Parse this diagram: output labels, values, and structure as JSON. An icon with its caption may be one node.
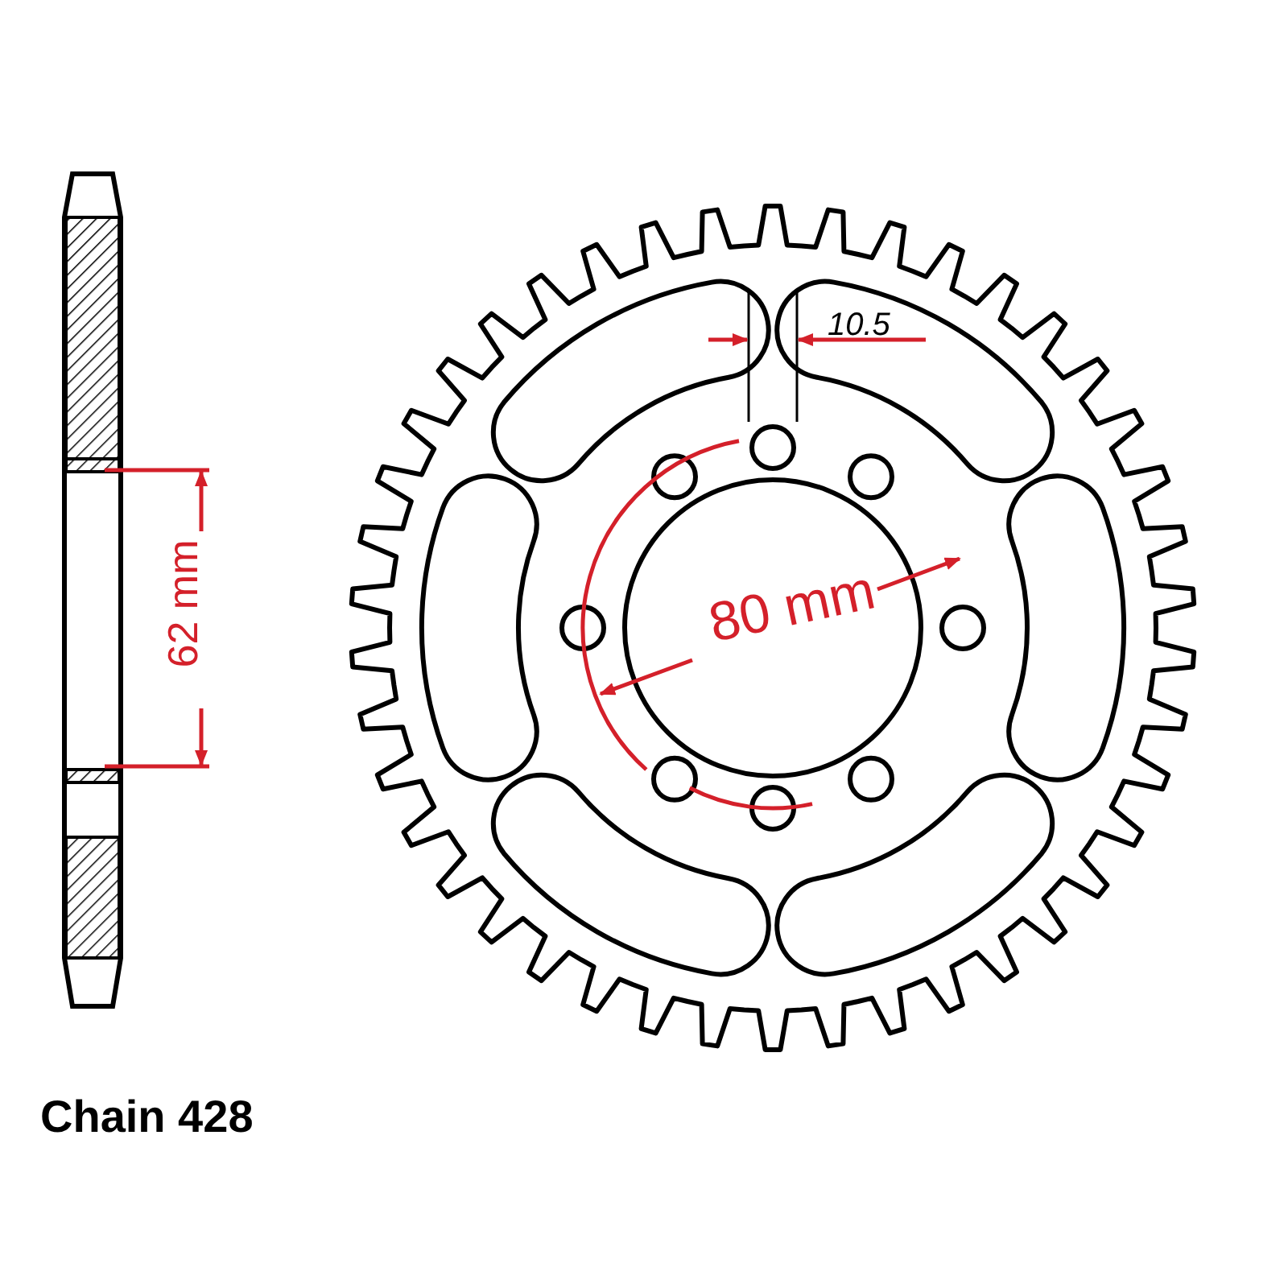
{
  "diagram": {
    "labels": [
      "10.5",
      "62 mm",
      "80 mm",
      "Chain 428"
    ]
  }
}
